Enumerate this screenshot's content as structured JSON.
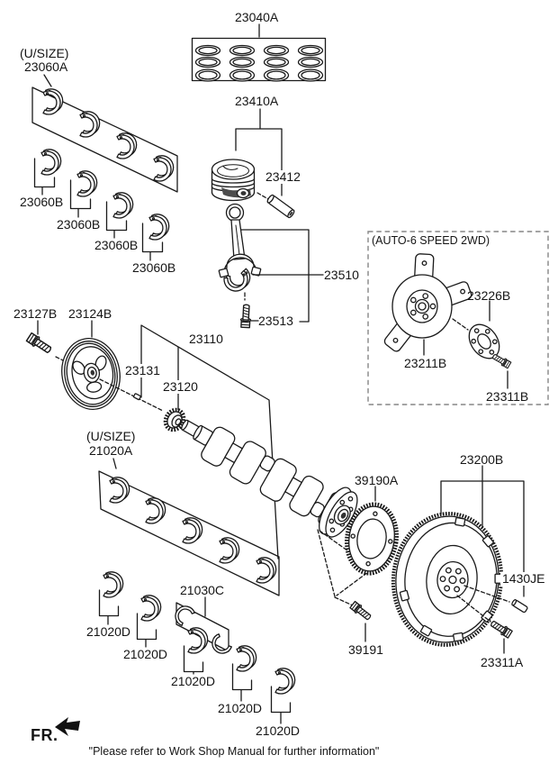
{
  "diagram": {
    "kind": "engine crankshaft & piston parts diagram",
    "line_color": "#1a1a1a",
    "option_box_color": "#858585",
    "auto_box_title": "(AUTO-6 SPEED 2WD)",
    "fr_label": "FR.",
    "footer_note": "\"Please refer to Work Shop Manual for further information\""
  },
  "labels": {
    "u_size": "(U/SIZE)",
    "p23040a": "23040A",
    "p23410a": "23410A",
    "p23412": "23412",
    "p23510": "23510",
    "p23513": "23513",
    "p23060a": "23060A",
    "p23060b": "23060B",
    "p23127b": "23127B",
    "p23124b": "23124B",
    "p23131": "23131",
    "p23120": "23120",
    "p23110": "23110",
    "p21020a": "21020A",
    "p21020d": "21020D",
    "p21030c": "21030C",
    "p39190a": "39190A",
    "p23200b": "23200B",
    "p1430je": "1430JE",
    "p39191": "39191",
    "p23311a": "23311A",
    "p23211b": "23211B",
    "p23226b": "23226B",
    "p23311b": "23311B"
  }
}
